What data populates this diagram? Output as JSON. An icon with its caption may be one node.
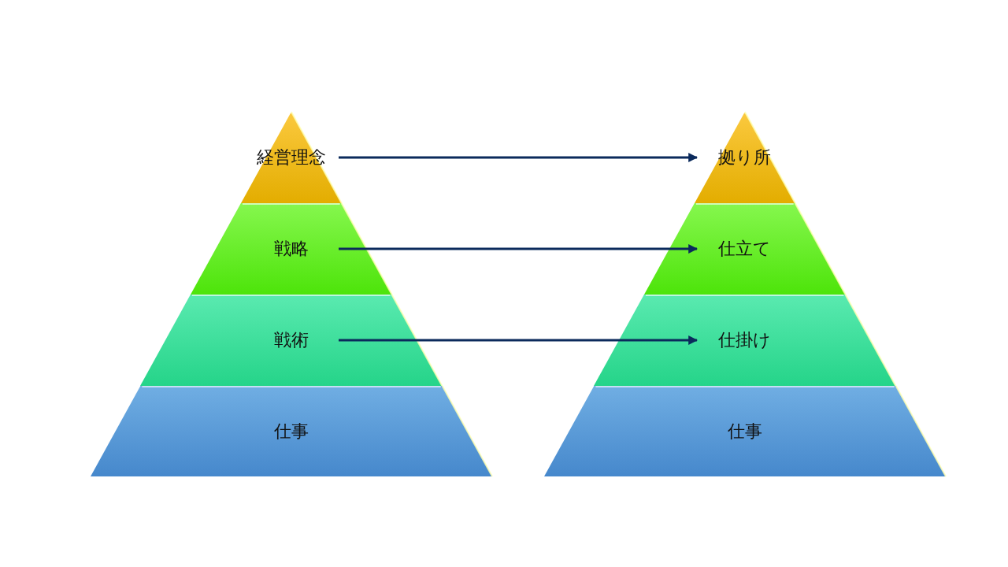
{
  "diagram": {
    "nodes": [
      {
        "text": [
          "経営理念"
        ]
      },
      {
        "text": [
          "戦略"
        ]
      },
      {
        "text": [
          "戦術"
        ]
      },
      {
        "text": [
          "仕事"
        ]
      },
      {
        "text": [
          "拠り所"
        ]
      },
      {
        "text": [
          "仕立て"
        ]
      },
      {
        "text": [
          "仕掛け"
        ]
      },
      {
        "text": [
          "仕事"
        ]
      }
    ],
    "edges": [
      {
        "from": 0,
        "to": 4,
        "arrow": "to"
      },
      {
        "from": 1,
        "to": 5,
        "arrow": "to"
      },
      {
        "from": 2,
        "to": 6,
        "arrow": "to"
      }
    ]
  }
}
